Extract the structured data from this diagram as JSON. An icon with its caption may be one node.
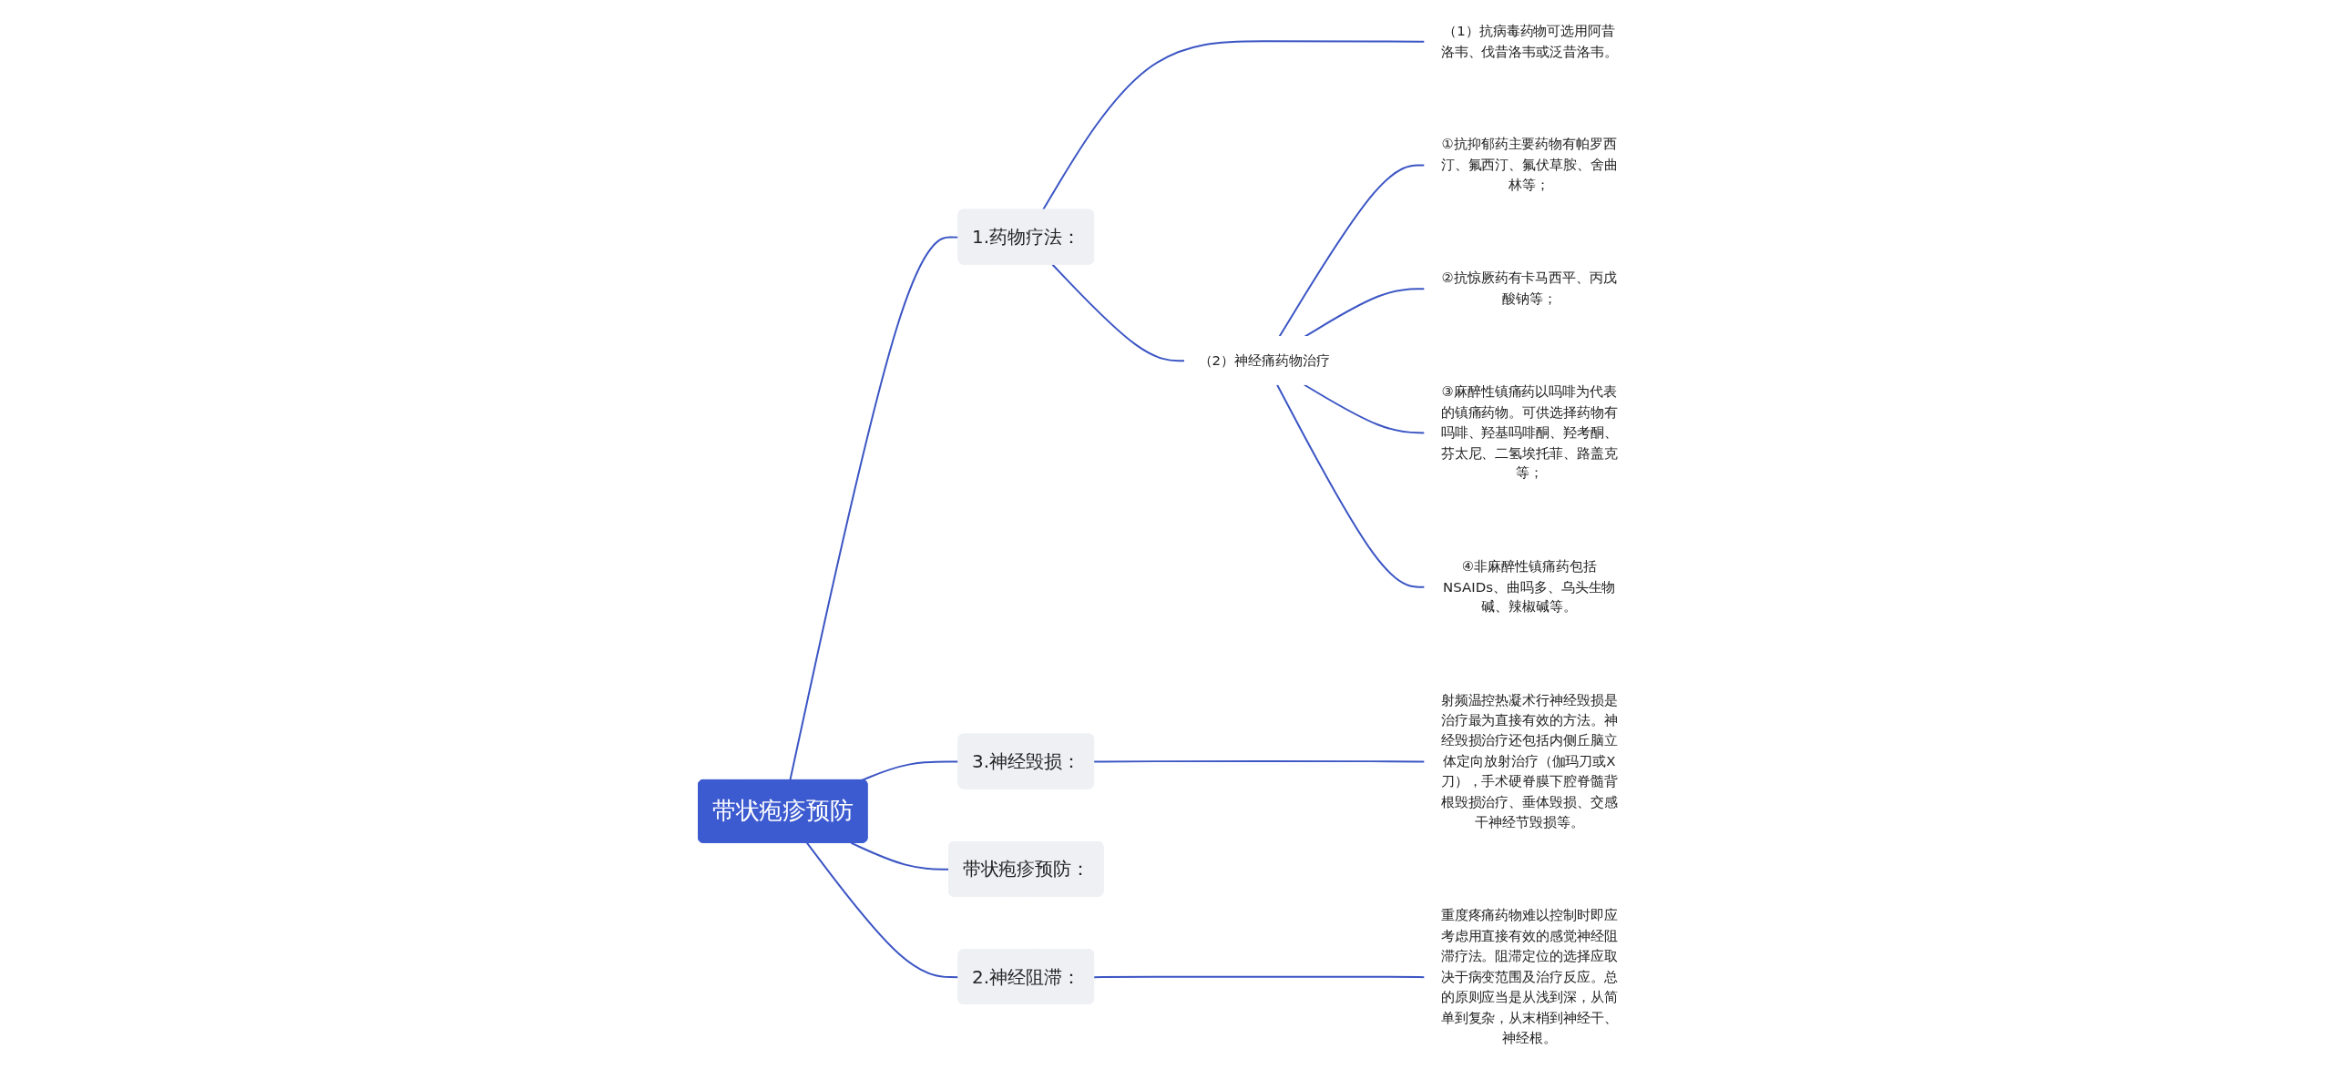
{
  "diagram": {
    "nodes": [
      {
        "text": [
          "带状疱疹预防"
        ]
      },
      {
        "text": [
          "1.药物疗法："
        ]
      },
      {
        "text": [
          "（1）抗病毒药物可选用阿昔洛韦、伐昔洛韦或泛昔洛韦。"
        ]
      },
      {
        "text": [
          "（2）神经痛药物治疗"
        ]
      },
      {
        "text": [
          "①抗抑郁药主要药物有帕罗西汀、氟西汀、氟伏草胺、舍曲林等；"
        ]
      },
      {
        "text": [
          "②抗惊厥药有卡马西平、丙戊酸钠等；"
        ]
      },
      {
        "text": [
          "③麻醉性镇痛药以吗啡为代表的镇痛药物。可供选择药物有吗啡、羟基吗啡酮、羟考酮、芬太尼、二氢埃托菲、路盖克等；"
        ]
      },
      {
        "text": [
          "④非麻醉性镇痛药包括NSAIDs、曲吗多、乌头生物碱、辣椒碱等。"
        ]
      },
      {
        "text": [
          "3.神经毁损："
        ]
      },
      {
        "text": [
          "射频温控热凝术行神经毁损是治疗最为直接有效的方法。神经毁损治疗还包括内侧丘脑立体定向放射治疗（伽玛刀或X刀），手术硬脊膜下腔脊髓背根毁损治疗、垂体毁损、交感干神经节毁损等。"
        ]
      },
      {
        "text": [
          "带状疱疹预防："
        ]
      },
      {
        "text": [
          "2.神经阻滞："
        ]
      },
      {
        "text": [
          "重度疼痛药物难以控制时即应考虑用直接有效的感觉神经阻滞疗法。阻滞定位的选择应取决于病变范围及治疗反应。总的原则应当是从浅到深，从简单到复杂，从末梢到神经干、神经根。"
        ]
      }
    ],
    "edges": [
      {
        "from": 0,
        "to": 1,
        "arrow": "none"
      },
      {
        "from": 1,
        "to": 2,
        "arrow": "none"
      },
      {
        "from": 1,
        "to": 3,
        "arrow": "none"
      },
      {
        "from": 3,
        "to": 4,
        "arrow": "none"
      },
      {
        "from": 3,
        "to": 5,
        "arrow": "none"
      },
      {
        "from": 3,
        "to": 6,
        "arrow": "none"
      },
      {
        "from": 3,
        "to": 7,
        "arrow": "none"
      },
      {
        "from": 0,
        "to": 8,
        "arrow": "none"
      },
      {
        "from": 8,
        "to": 9,
        "arrow": "none"
      },
      {
        "from": 0,
        "to": 10,
        "arrow": "none"
      },
      {
        "from": 0,
        "to": 11,
        "arrow": "none"
      },
      {
        "from": 11,
        "to": 12,
        "arrow": "none"
      }
    ]
  }
}
